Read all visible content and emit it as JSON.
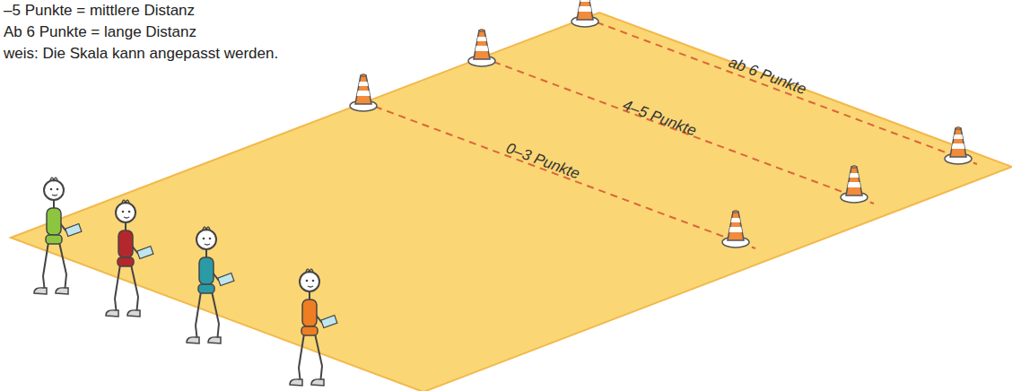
{
  "diagram": {
    "labels": [
      "–5 Punkte = mittlere Distanz",
      "Ab 6 Punkte = lange Distanz",
      "weis: Die Skala kann angepasst werden.",
      "ab 6 Punkte",
      "4–5 Punkte",
      "0–3 Punkte"
    ]
  }
}
